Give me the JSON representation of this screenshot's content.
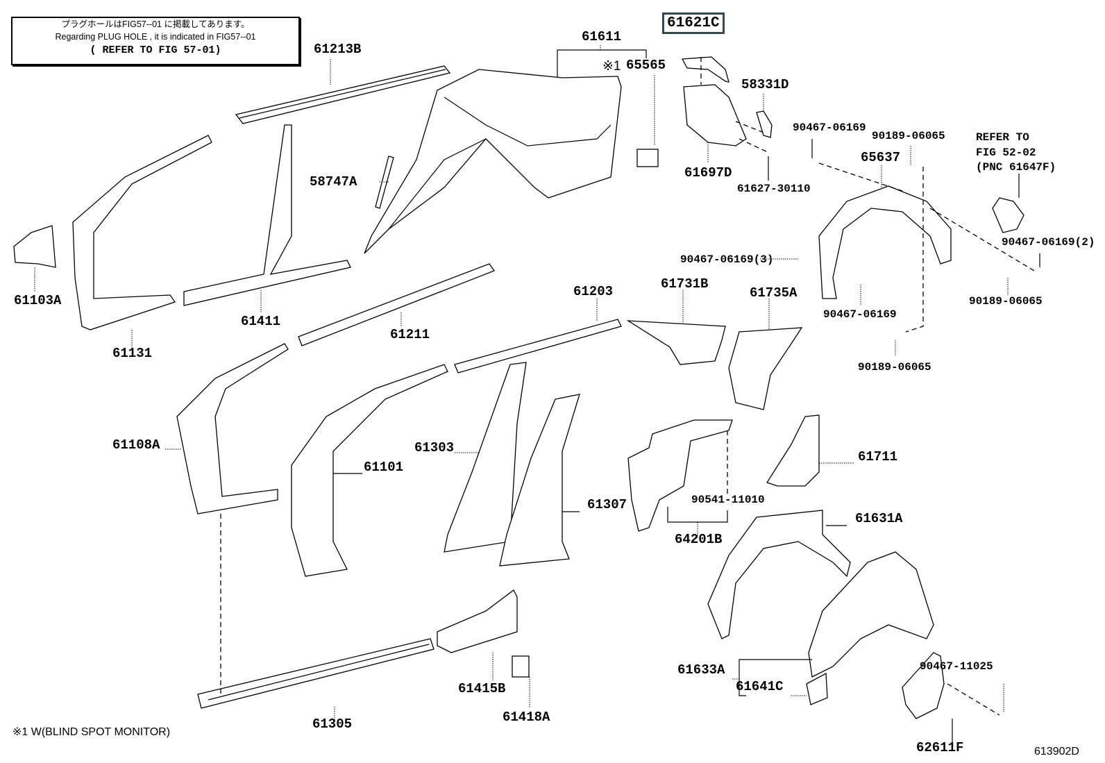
{
  "note": {
    "line_jp": "プラグホールはFIG57--01 に掲載してあります。",
    "line_en": "Regarding PLUG HOLE , it is indicated in FIG57--01",
    "line_ref": "( REFER TO FIG 57-01)"
  },
  "highlighted_part": "61621C",
  "refer_note": {
    "line1": "REFER TO",
    "line2": "FIG 52-02",
    "line3": "(PNC 61647F)"
  },
  "footnote": "※1 W(BLIND SPOT MONITOR)",
  "figure_id": "613902D",
  "mark_1": "※1",
  "parts": {
    "p61213B": "61213B",
    "p61611": "61611",
    "p65565": "65565",
    "p61621C": "61621C",
    "p58331D": "58331D",
    "p61697D": "61697D",
    "p61627_30110": "61627-30110",
    "p90467_06169_a": "90467-06169",
    "p90189_06065_a": "90189-06065",
    "p65637": "65637",
    "p90467_06169_2": "90467-06169(2)",
    "p90189_06065_b": "90189-06065",
    "p90467_06169_3": "90467-06169(3)",
    "p90467_06169_b": "90467-06169",
    "p90189_06065_c": "90189-06065",
    "p58747A": "58747A",
    "p61103A": "61103A",
    "p61131": "61131",
    "p61411": "61411",
    "p61211": "61211",
    "p61203": "61203",
    "p61731B": "61731B",
    "p61735A": "61735A",
    "p61108A": "61108A",
    "p61101": "61101",
    "p61303": "61303",
    "p61307": "61307",
    "p61711": "61711",
    "p90541_11010": "90541-11010",
    "p64201B": "64201B",
    "p61631A": "61631A",
    "p61633A": "61633A",
    "p61641C": "61641C",
    "p90467_11025": "90467-11025",
    "p62611F": "62611F",
    "p61305": "61305",
    "p61415B": "61415B",
    "p61418A": "61418A"
  }
}
